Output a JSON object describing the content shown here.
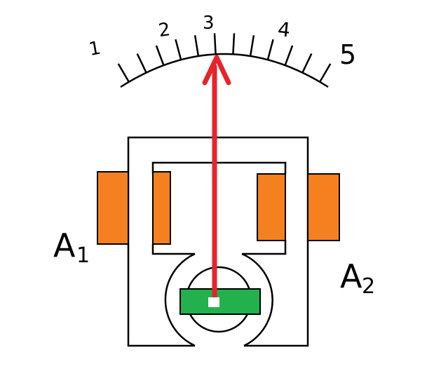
{
  "scale": {
    "tick_labels": [
      "1",
      "2",
      "3",
      "4",
      "5"
    ],
    "min": 1,
    "max": 5,
    "reading": 3
  },
  "coils": {
    "left_label_letter": "A",
    "left_label_subscript": "1",
    "right_label_letter": "A",
    "right_label_subscript": "2"
  },
  "colors": {
    "pointer": "#e8232a",
    "coil": "#f5801f",
    "armature": "#22b14c",
    "outline": "#000000",
    "pivot": "#ffffff"
  }
}
